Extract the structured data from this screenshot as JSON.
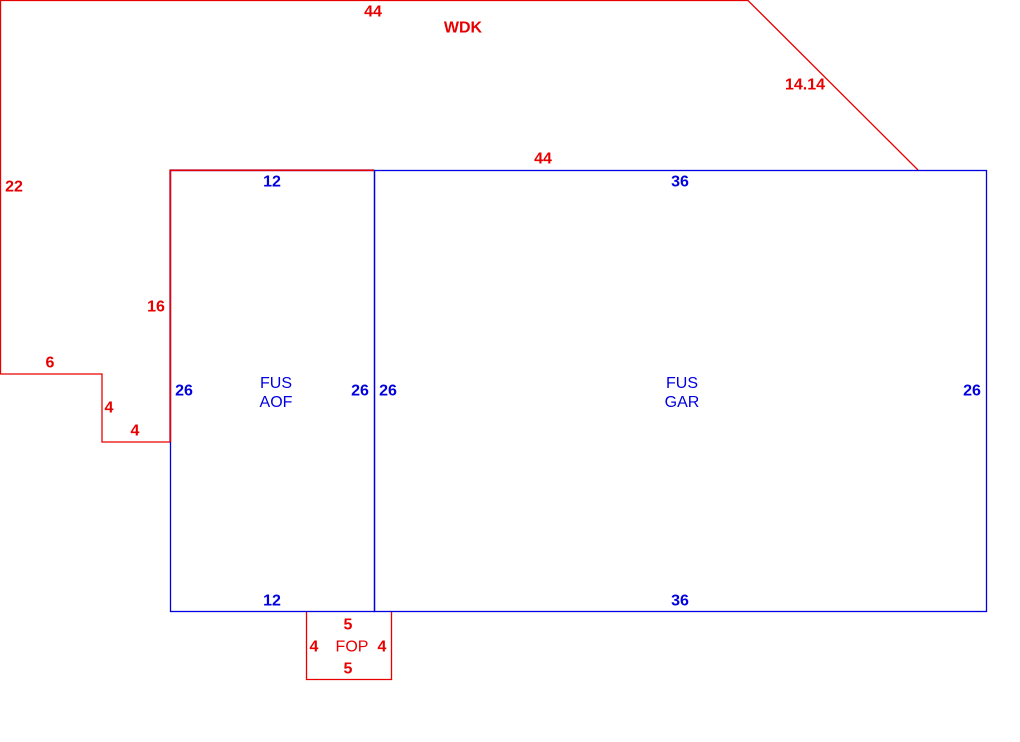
{
  "colors": {
    "deck": "#e80000",
    "structure": "#0000e0"
  },
  "areas": {
    "wdk": {
      "code": "WDK",
      "dims": {
        "top": "44",
        "diagonal": "14.14",
        "bottom": "44",
        "left": "22",
        "inner_left": "16",
        "step_top": "6",
        "step_side": "4",
        "step_bottom": "4"
      }
    },
    "aof": {
      "line1": "FUS",
      "line2": "AOF",
      "dims": {
        "top": "12",
        "bottom": "12",
        "left": "26",
        "right": "26"
      }
    },
    "gar": {
      "line1": "FUS",
      "line2": "GAR",
      "dims": {
        "top": "36",
        "bottom": "36",
        "left": "26",
        "right": "26"
      }
    },
    "fop": {
      "code": "FOP",
      "dims": {
        "top": "5",
        "bottom": "5",
        "left": "4",
        "right": "4"
      }
    }
  }
}
